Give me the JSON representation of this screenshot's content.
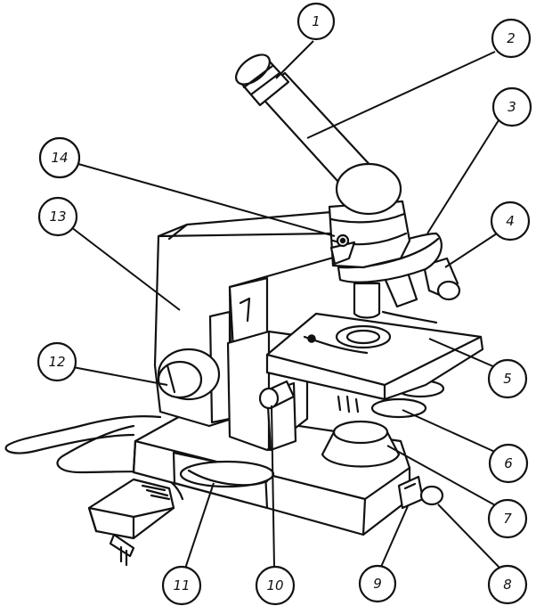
{
  "diagram": {
    "colors": {
      "ink": "#111111",
      "paper": "#ffffff"
    },
    "callouts": [
      {
        "id": "1",
        "label": "1"
      },
      {
        "id": "2",
        "label": "2"
      },
      {
        "id": "3",
        "label": "3"
      },
      {
        "id": "4",
        "label": "4"
      },
      {
        "id": "5",
        "label": "5"
      },
      {
        "id": "6",
        "label": "6"
      },
      {
        "id": "7",
        "label": "7"
      },
      {
        "id": "8",
        "label": "8"
      },
      {
        "id": "9",
        "label": "9"
      },
      {
        "id": "10",
        "label": "10"
      },
      {
        "id": "11",
        "label": "11"
      },
      {
        "id": "12",
        "label": "12"
      },
      {
        "id": "13",
        "label": "13"
      },
      {
        "id": "14",
        "label": "14"
      }
    ]
  }
}
